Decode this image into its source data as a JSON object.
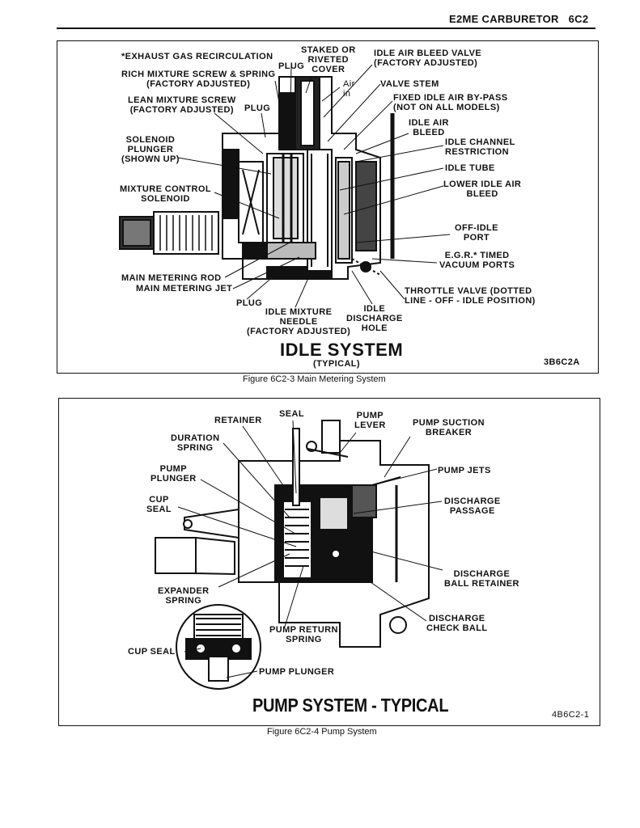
{
  "header": {
    "title": "E2ME CARBURETOR",
    "page": "6C2"
  },
  "figure1": {
    "labels": {
      "egr": "*EXHAUST GAS RECIRCULATION",
      "plug_top": "PLUG",
      "staked": "STAKED OR\nRIVETED\nCOVER",
      "idle_air_bleed_valve": "IDLE AIR BLEED VALVE\n(FACTORY ADJUSTED)",
      "rich_mixture": "RICH MIXTURE SCREW & SPRING\n(FACTORY ADJUSTED)",
      "air_in": "Air\nin",
      "valve_stem": "VALVE STEM",
      "lean_mixture": "LEAN MIXTURE SCREW\n(FACTORY ADJUSTED)",
      "plug_mid": "PLUG",
      "fixed_idle": "FIXED IDLE AIR BY-PASS\n(NOT ON ALL MODELS)",
      "idle_air_bleed": "IDLE AIR\nBLEED",
      "solenoid_plunger": "SOLENOID\nPLUNGER\n(SHOWN UP)",
      "idle_channel": "IDLE CHANNEL\nRESTRICTION",
      "idle_tube": "IDLE TUBE",
      "mixture_control": "MIXTURE CONTROL\nSOLENOID",
      "lower_idle": "LOWER IDLE AIR\nBLEED",
      "off_idle": "OFF-IDLE\nPORT",
      "egr_timed": "E.G.R.* TIMED\nVACUUM PORTS",
      "main_rod": "MAIN METERING ROD",
      "main_jet": "MAIN METERING JET",
      "throttle": "THROTTLE VALVE (DOTTED\nLINE - OFF - IDLE POSITION)",
      "plug_bottom": "PLUG",
      "idle_needle": "IDLE MIXTURE\nNEEDLE\n(FACTORY ADJUSTED)",
      "idle_discharge": "IDLE\nDISCHARGE\nHOLE"
    },
    "title": "IDLE SYSTEM",
    "subtitle": "(TYPICAL)",
    "code": "3B6C2A",
    "caption": "Figure 6C2-3 Main Metering System"
  },
  "figure2": {
    "labels": {
      "seal": "SEAL",
      "retainer": "RETAINER",
      "pump_lever": "PUMP\nLEVER",
      "pump_suction": "PUMP SUCTION\nBREAKER",
      "duration": "DURATION\nSPRING",
      "pump_jets": "PUMP JETS",
      "pump_plunger": "PUMP\nPLUNGER",
      "cup_seal": "CUP\nSEAL",
      "discharge_passage": "DISCHARGE\nPASSAGE",
      "discharge_ball_retainer": "DISCHARGE\nBALL RETAINER",
      "expander": "EXPANDER\nSPRING",
      "discharge_check": "DISCHARGE\nCHECK BALL",
      "pump_return": "PUMP RETURN\nSPRING",
      "cup_seal2": "CUP SEAL",
      "pump_plunger2": "PUMP PLUNGER"
    },
    "title": "PUMP SYSTEM  - TYPICAL",
    "code": "4B6C2-1",
    "caption": "Figure 6C2-4 Pump System"
  }
}
